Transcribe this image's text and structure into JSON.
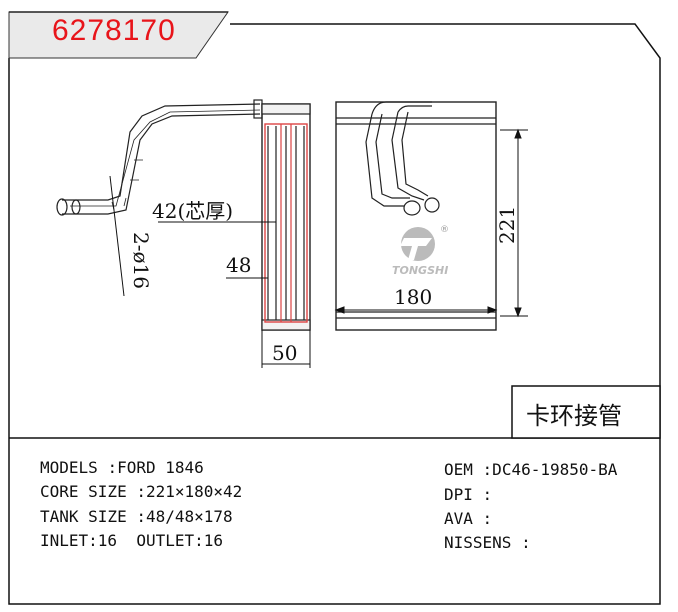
{
  "part_number": "6278170",
  "drawing": {
    "core_thickness_label": "42(芯厚)",
    "tank_thickness_label": "48",
    "overall_depth_label": "50",
    "pipe_label": "2-ø16",
    "width_label": "180",
    "height_label": "221",
    "brand_mark": "TONGSHI",
    "registered_mark": "®"
  },
  "note": "卡环接管",
  "specs_left": [
    {
      "label": "MODELS",
      "value": ":FORD 1846"
    },
    {
      "label": "CORE SIZE",
      "value": ":221×180×42"
    },
    {
      "label": "TANK SIZE",
      "value": ":48/48×178"
    },
    {
      "label": "INLET:16",
      "value": "OUTLET:16"
    }
  ],
  "specs_right": [
    {
      "label": "OEM",
      "value": ":DC46-19850-BA"
    },
    {
      "label": "DPI",
      "value": ":"
    },
    {
      "label": "AVA",
      "value": ":"
    },
    {
      "label": "NISSENS",
      "value": ":"
    }
  ],
  "colors": {
    "badge_fill": "#eaeaea",
    "part_number": "#e8141a",
    "line": "#111111",
    "hatch": "#d44"
  }
}
